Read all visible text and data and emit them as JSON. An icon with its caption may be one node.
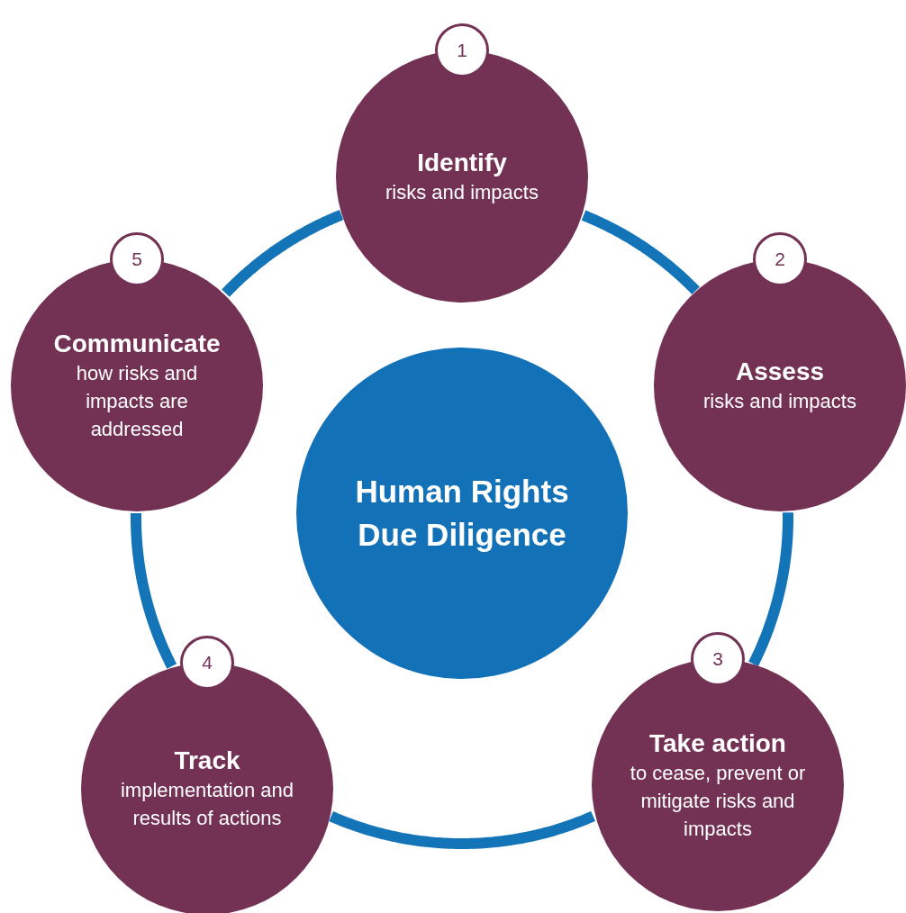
{
  "diagram": {
    "nodes": [
      {
        "text": [
          "Identify",
          "risks and impacts"
        ],
        "beside": [
          "1"
        ]
      },
      {
        "text": [
          "Assess",
          "risks and impacts"
        ],
        "beside": [
          "2"
        ]
      },
      {
        "text": [
          "Take action",
          "to cease, prevent or mitigate risks and impacts"
        ],
        "beside": [
          "3"
        ]
      },
      {
        "text": [
          "Track",
          "implementation and results of actions"
        ],
        "beside": [
          "4"
        ]
      },
      {
        "text": [
          "Communicate",
          "how risks and impacts are addressed"
        ],
        "beside": [
          "5"
        ]
      },
      {
        "text": [
          "Human Rights Due Diligence"
        ]
      }
    ],
    "edges": [
      {
        "from": 0,
        "to": 1,
        "arrow": "none"
      },
      {
        "from": 1,
        "to": 2,
        "arrow": "none"
      },
      {
        "from": 2,
        "to": 3,
        "arrow": "none"
      },
      {
        "from": 3,
        "to": 4,
        "arrow": "none"
      },
      {
        "from": 4,
        "to": 0,
        "arrow": "none"
      }
    ]
  }
}
